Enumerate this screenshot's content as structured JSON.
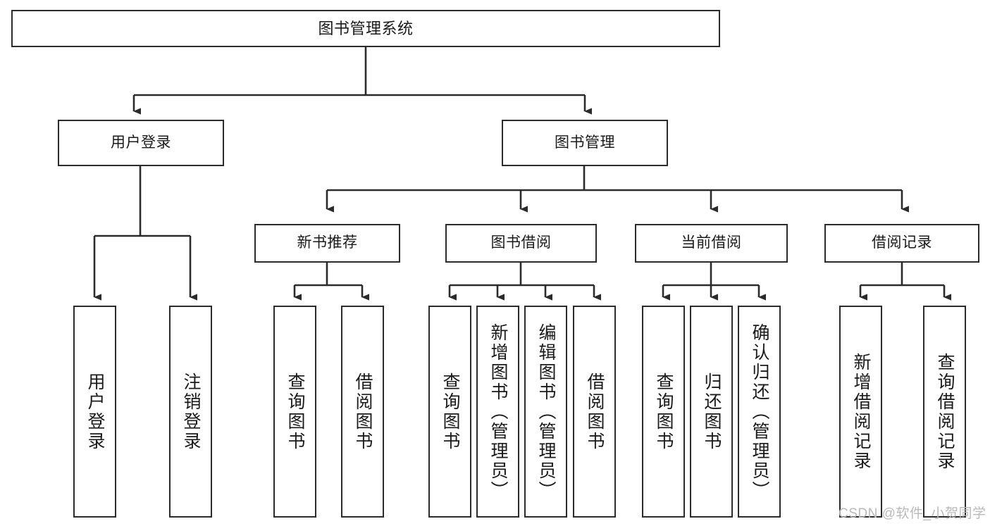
{
  "diagram": {
    "type": "tree-hierarchy",
    "title": "图书管理系统",
    "stroke_color": "#2b2b2b",
    "fill_color": "#ffffff",
    "text_color": "#1a1a1a",
    "levels": {
      "root": {
        "label": "图书管理系统"
      },
      "level2": [
        {
          "id": "user-login",
          "label": "用户登录"
        },
        {
          "id": "book-manage",
          "label": "图书管理"
        }
      ],
      "level3": [
        {
          "id": "new-book-recommend",
          "label": "新书推荐"
        },
        {
          "id": "book-borrow",
          "label": "图书借阅"
        },
        {
          "id": "current-borrow",
          "label": "当前借阅"
        },
        {
          "id": "borrow-record",
          "label": "借阅记录"
        }
      ],
      "leaves": {
        "user-login": [
          {
            "id": "leaf-user-login",
            "label": "用户登录"
          },
          {
            "id": "leaf-logout",
            "label": "注销登录"
          }
        ],
        "new-book-recommend": [
          {
            "id": "leaf-query-book-1",
            "label": "查询图书"
          },
          {
            "id": "leaf-borrow-book-1",
            "label": "借阅图书"
          }
        ],
        "book-borrow": [
          {
            "id": "leaf-query-book-2",
            "label": "查询图书"
          },
          {
            "id": "leaf-add-book",
            "label": "新增图书（管理员）"
          },
          {
            "id": "leaf-edit-book",
            "label": "编辑图书（管理员）"
          },
          {
            "id": "leaf-borrow-book-2",
            "label": "借阅图书"
          }
        ],
        "current-borrow": [
          {
            "id": "leaf-query-book-3",
            "label": "查询图书"
          },
          {
            "id": "leaf-return-book",
            "label": "归还图书"
          },
          {
            "id": "leaf-confirm-return",
            "label": "确认归还（管理员）"
          }
        ],
        "borrow-record": [
          {
            "id": "leaf-add-record",
            "label": "新增借阅记录"
          },
          {
            "id": "leaf-query-record",
            "label": "查询借阅记录"
          }
        ]
      }
    }
  },
  "watermark": {
    "text": "CSDN @软件_小贺同学"
  }
}
